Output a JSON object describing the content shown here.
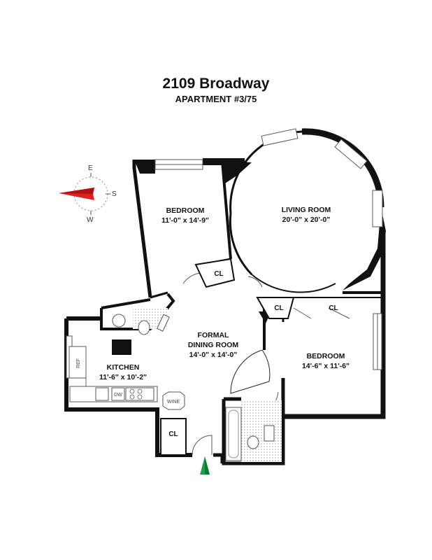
{
  "header": {
    "title": "2109 Broadway",
    "subtitle": "APARTMENT #3/75"
  },
  "compass": {
    "east": "E",
    "south": "S",
    "west": "W",
    "needle_color": "#e02020"
  },
  "rooms": {
    "bedroom1": {
      "name": "BEDROOM",
      "dims": "11'-0\" x 14'-9\""
    },
    "living": {
      "name": "LIVING ROOM",
      "dims": "20'-0\" x 20'-0\""
    },
    "dining": {
      "name1": "FORMAL",
      "name2": "DINING ROOM",
      "dims": "14'-0\" x 14'-0\""
    },
    "bedroom2": {
      "name": "BEDROOM",
      "dims": "14'-6\" x 11'-6\""
    },
    "kitchen": {
      "name": "KITCHEN",
      "dims": "11'-6\" x 10'-2\""
    }
  },
  "closets": {
    "cl1": "CL",
    "cl2": "CL",
    "cl3": "CL",
    "cl4": "CL"
  },
  "fixtures": {
    "ref": "REF",
    "dw": "DW",
    "wine": "WINE"
  },
  "colors": {
    "wall": "#111111",
    "entry_arrow": "#1aa34a",
    "tile": "#d9d9d9"
  }
}
